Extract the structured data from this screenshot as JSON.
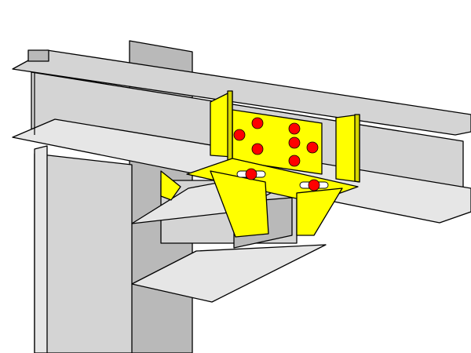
{
  "figure": {
    "colors": {
      "background": "#ffffff",
      "steel": "#d4d4d4",
      "steel_shadow": "#b9b9b9",
      "connection_plate": "#ffff00",
      "bolt": "#ff0000",
      "outline": "#000000"
    },
    "components": [
      "column",
      "main-beam",
      "secondary-beam",
      "gusset-plates",
      "flange-plates",
      "bolts"
    ]
  }
}
